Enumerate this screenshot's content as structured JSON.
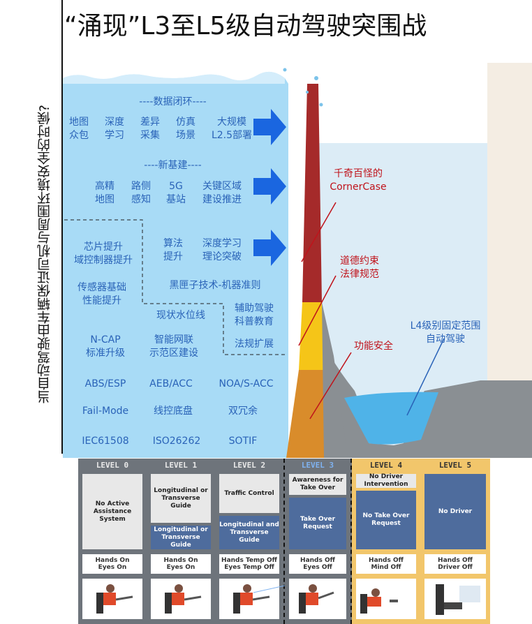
{
  "title": "“涌现”L3至L5级自动驾驶突围战",
  "vertical_label": "当自动驾驶由车辆保证司机与周围环境安全的时候?",
  "sections": {
    "data_loop": "----数据闭环----",
    "new_infra": "----新基建----"
  },
  "data_loop_items": [
    {
      "l1": "地图",
      "l2": "众包"
    },
    {
      "l1": "深度",
      "l2": "学习"
    },
    {
      "l1": "差异",
      "l2": "采集"
    },
    {
      "l1": "仿真",
      "l2": "场景"
    },
    {
      "l1": "大规模",
      "l2": "L2.5部署"
    }
  ],
  "infra_items": [
    {
      "l1": "高精",
      "l2": "地图"
    },
    {
      "l1": "路侧",
      "l2": "感知"
    },
    {
      "l1": "5G",
      "l2": "基站"
    },
    {
      "l1": "关键区域",
      "l2": "建设推进"
    }
  ],
  "left_items": {
    "chip_1": "芯片提升",
    "chip_2": "域控制器提升",
    "algo_1": "算法",
    "algo_2": "提升",
    "dl_1": "深度学习",
    "dl_2": "理论突破",
    "sensor_1": "传感器基础",
    "sensor_2": "性能提升",
    "blackbox": "黑匣子技术-机器准则",
    "waterline": "现状水位线",
    "assist_1": "辅助驾驶",
    "assist_2": "科普教育",
    "ncap_1": "N-CAP",
    "ncap_2": "标准升级",
    "iov_1": "智能网联",
    "iov_2": "示范区建设",
    "law": "法规扩展",
    "abs": "ABS/ESP",
    "aeb": "AEB/ACC",
    "noa": "NOA/S-ACC",
    "failmode": "Fail-Mode",
    "bywire": "线控底盘",
    "redund": "双冗余",
    "iec": "IEC61508",
    "iso": "ISO26262",
    "sotif": "SOTIF"
  },
  "peak_labels": {
    "corner_1": "千奇百怪的",
    "corner_2": "CornerCase",
    "ethics_1": "道德约束",
    "ethics_2": "法律规范",
    "safety": "功能安全",
    "l4_1": "L4级别固定范围",
    "l4_2": "自动驾驶"
  },
  "levels": [
    {
      "name": "LEVEL 0",
      "top": "No Active Assistance System",
      "bottom": "",
      "h1": "Hands On",
      "h2": "Eyes On"
    },
    {
      "name": "LEVEL 1",
      "top": "Longitudinal or Transverse Guide",
      "bottom": "Longitudinal or Transverse Guide",
      "h1": "Hands On",
      "h2": "Eyes On"
    },
    {
      "name": "LEVEL 2",
      "top": "Traffic Control",
      "bottom": "Longitudinal and Transverse Guide",
      "h1": "Hands Temp Off",
      "h2": "Eyes Temp Off"
    },
    {
      "name": "LEVEL 3",
      "top": "Awareness for Take Over",
      "bottom": "Take Over Request",
      "h1": "Hands Off",
      "h2": "Eyes Off"
    },
    {
      "name": "LEVEL 4",
      "top": "No Driver Intervention",
      "bottom": "No Take Over Request",
      "h1": "Hands Off",
      "h2": "Mind Off"
    },
    {
      "name": "LEVEL 5",
      "top": "",
      "bottom": "No Driver",
      "h1": "Hands Off",
      "h2": "Driver Off"
    }
  ],
  "colors": {
    "water": "#a9dcf7",
    "text_blue": "#2a63b8",
    "arrow_blue": "#1a66e0",
    "peak_red": "#a52a2a",
    "peak_yellow": "#f5c518",
    "peak_orange": "#d98c2b",
    "label_red": "#c0131b",
    "level_gray": "#6e747b",
    "level_orange": "#f2c66b",
    "box_blue": "#4e6c9d"
  }
}
